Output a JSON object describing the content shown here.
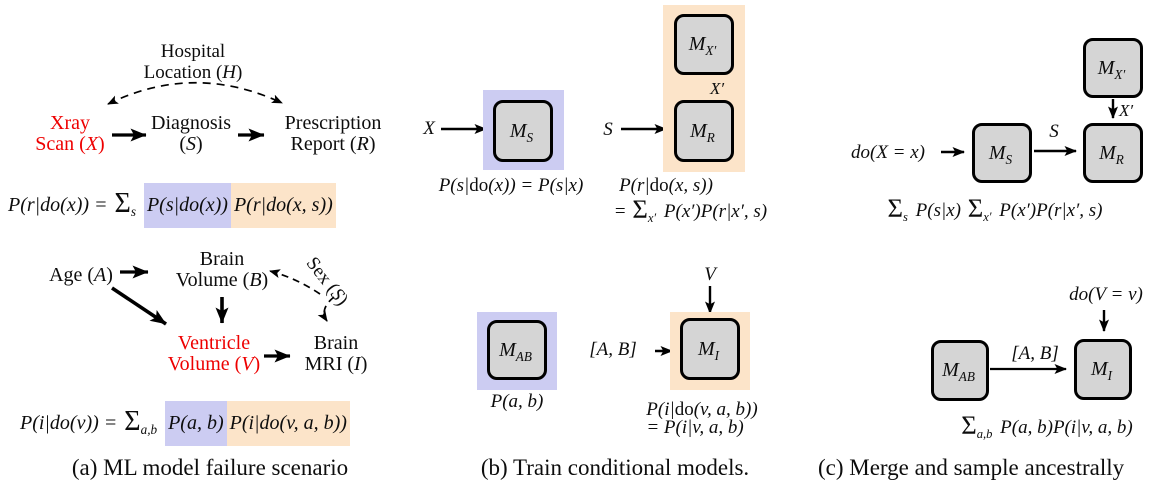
{
  "colors": {
    "red_text": "#ee0000",
    "blue_highlight": "#ccccf2",
    "orange_highlight": "#fce4c9",
    "box_fill": "#d5d5d5"
  },
  "panel_a": {
    "caption": "(a) ML model failure scenario",
    "top_graph": {
      "hospital": {
        "line1": [
          {
            "t": "Hospital",
            "c": ""
          }
        ],
        "line2": [
          {
            "t": "Location (",
            "c": ""
          },
          {
            "t": "H",
            "c": "it"
          },
          {
            "t": ")",
            "c": ""
          }
        ]
      },
      "xray": {
        "line1": [
          {
            "t": "Xray",
            "c": ""
          }
        ],
        "line2": [
          {
            "t": "Scan (",
            "c": ""
          },
          {
            "t": "X",
            "c": "it"
          },
          {
            "t": ")",
            "c": ""
          }
        ]
      },
      "diagnosis": {
        "line1": [
          {
            "t": "Diagnosis",
            "c": ""
          }
        ],
        "line2": [
          {
            "t": "(",
            "c": ""
          },
          {
            "t": "S",
            "c": "it"
          },
          {
            "t": ")",
            "c": ""
          }
        ]
      },
      "prescription": {
        "line1": [
          {
            "t": "Prescription",
            "c": ""
          }
        ],
        "line2": [
          {
            "t": "Report (",
            "c": ""
          },
          {
            "t": "R",
            "c": "it"
          },
          {
            "t": ")",
            "c": ""
          }
        ]
      },
      "formula": [
        {
          "t": "P(r|do(x)) = ",
          "c": "it"
        },
        {
          "t": "Σ",
          "c": "sum"
        },
        {
          "t": "s",
          "c": "sub"
        },
        {
          "t": " ",
          "c": ""
        },
        {
          "t": "P(s|do(x))",
          "c": "it hlb"
        },
        {
          "t": "P(r|do(x, s))",
          "c": "it hlo"
        }
      ]
    },
    "bottom_graph": {
      "age": {
        "line1": [
          {
            "t": "Age (",
            "c": ""
          },
          {
            "t": "A",
            "c": "it"
          },
          {
            "t": ")",
            "c": ""
          }
        ]
      },
      "brain_volume": {
        "line1": [
          {
            "t": "Brain",
            "c": ""
          }
        ],
        "line2": [
          {
            "t": "Volume (",
            "c": ""
          },
          {
            "t": "B",
            "c": "it"
          },
          {
            "t": ")",
            "c": ""
          }
        ]
      },
      "sex": {
        "line1": [
          {
            "t": "Sex (",
            "c": ""
          },
          {
            "t": "S",
            "c": "it"
          },
          {
            "t": ")",
            "c": ""
          }
        ]
      },
      "ventricle": {
        "line1": [
          {
            "t": "Ventricle",
            "c": ""
          }
        ],
        "line2": [
          {
            "t": "Volume (",
            "c": ""
          },
          {
            "t": "V",
            "c": "it"
          },
          {
            "t": ")",
            "c": ""
          }
        ]
      },
      "brain_mri": {
        "line1": [
          {
            "t": "Brain",
            "c": ""
          }
        ],
        "line2": [
          {
            "t": "MRI (",
            "c": ""
          },
          {
            "t": "I",
            "c": "it"
          },
          {
            "t": ")",
            "c": ""
          }
        ]
      },
      "formula": [
        {
          "t": "P(i|do(v)) = ",
          "c": "it"
        },
        {
          "t": "Σ",
          "c": "sum"
        },
        {
          "t": "a,b",
          "c": "sub"
        },
        {
          "t": " ",
          "c": ""
        },
        {
          "t": "P(a, b)",
          "c": "it hlb"
        },
        {
          "t": "P(i|do(v, a, b))",
          "c": "it hlo"
        }
      ]
    }
  },
  "panel_b": {
    "caption": "(b) Train conditional models.",
    "top": {
      "input_x": "X",
      "box_ms": [
        {
          "t": "M",
          "c": "it"
        },
        {
          "t": "S",
          "c": "sub"
        }
      ],
      "formula_ms": [
        {
          "t": "P(s|",
          "c": "it"
        },
        {
          "t": "do",
          "c": ""
        },
        {
          "t": "(x)) = P(s|x)",
          "c": "it"
        }
      ],
      "input_s": "S",
      "box_mxp": [
        {
          "t": "M",
          "c": "it"
        },
        {
          "t": "X′",
          "c": "sub"
        }
      ],
      "edge_xprime": "X′",
      "box_mr": [
        {
          "t": "M",
          "c": "it"
        },
        {
          "t": "R",
          "c": "sub"
        }
      ],
      "formula_mr_line1": [
        {
          "t": "P(r|",
          "c": "it"
        },
        {
          "t": "do",
          "c": ""
        },
        {
          "t": "(x, s))",
          "c": "it"
        }
      ],
      "formula_mr_line2": [
        {
          "t": "= ",
          "c": ""
        },
        {
          "t": "Σ",
          "c": "sum"
        },
        {
          "t": "x′",
          "c": "sub"
        },
        {
          "t": " ",
          "c": ""
        },
        {
          "t": "P(x′)P(r|x′, s)",
          "c": "it"
        }
      ]
    },
    "bottom": {
      "box_mab": [
        {
          "t": "M",
          "c": "it"
        },
        {
          "t": "AB",
          "c": "sub"
        }
      ],
      "formula_mab": [
        {
          "t": "P(a, b)",
          "c": "it"
        }
      ],
      "input_v": "V",
      "input_ab": "[A, B]",
      "box_mi": [
        {
          "t": "M",
          "c": "it"
        },
        {
          "t": "I",
          "c": "sub"
        }
      ],
      "formula_mi_line1": [
        {
          "t": "P(i|",
          "c": "it"
        },
        {
          "t": "do",
          "c": ""
        },
        {
          "t": "(v, a, b))",
          "c": "it"
        }
      ],
      "formula_mi_line2": [
        {
          "t": "= P(i|v, a, b)",
          "c": "it"
        }
      ]
    }
  },
  "panel_c": {
    "caption": "(c) Merge and sample ancestrally",
    "top": {
      "input_do": "do(X = x)",
      "box_ms": [
        {
          "t": "M",
          "c": "it"
        },
        {
          "t": "S",
          "c": "sub"
        }
      ],
      "edge_s": "S",
      "box_mxp": [
        {
          "t": "M",
          "c": "it"
        },
        {
          "t": "X′",
          "c": "sub"
        }
      ],
      "edge_xprime": "X′",
      "box_mr": [
        {
          "t": "M",
          "c": "it"
        },
        {
          "t": "R",
          "c": "sub"
        }
      ],
      "formula": [
        {
          "t": "Σ",
          "c": "sum"
        },
        {
          "t": "s",
          "c": "sub"
        },
        {
          "t": " ",
          "c": ""
        },
        {
          "t": "P(s|x) ",
          "c": "it"
        },
        {
          "t": "Σ",
          "c": "sum"
        },
        {
          "t": "x′",
          "c": "sub"
        },
        {
          "t": " ",
          "c": ""
        },
        {
          "t": "P(x′)P(r|x′, s)",
          "c": "it"
        }
      ]
    },
    "bottom": {
      "input_do": "do(V = v)",
      "box_mab": [
        {
          "t": "M",
          "c": "it"
        },
        {
          "t": "AB",
          "c": "sub"
        }
      ],
      "edge_ab": "[A, B]",
      "box_mi": [
        {
          "t": "M",
          "c": "it"
        },
        {
          "t": "I",
          "c": "sub"
        }
      ],
      "formula": [
        {
          "t": "Σ",
          "c": "sum"
        },
        {
          "t": "a,b",
          "c": "sub"
        },
        {
          "t": " ",
          "c": ""
        },
        {
          "t": "P(a, b)P(i|v, a, b)",
          "c": "it"
        }
      ]
    }
  }
}
